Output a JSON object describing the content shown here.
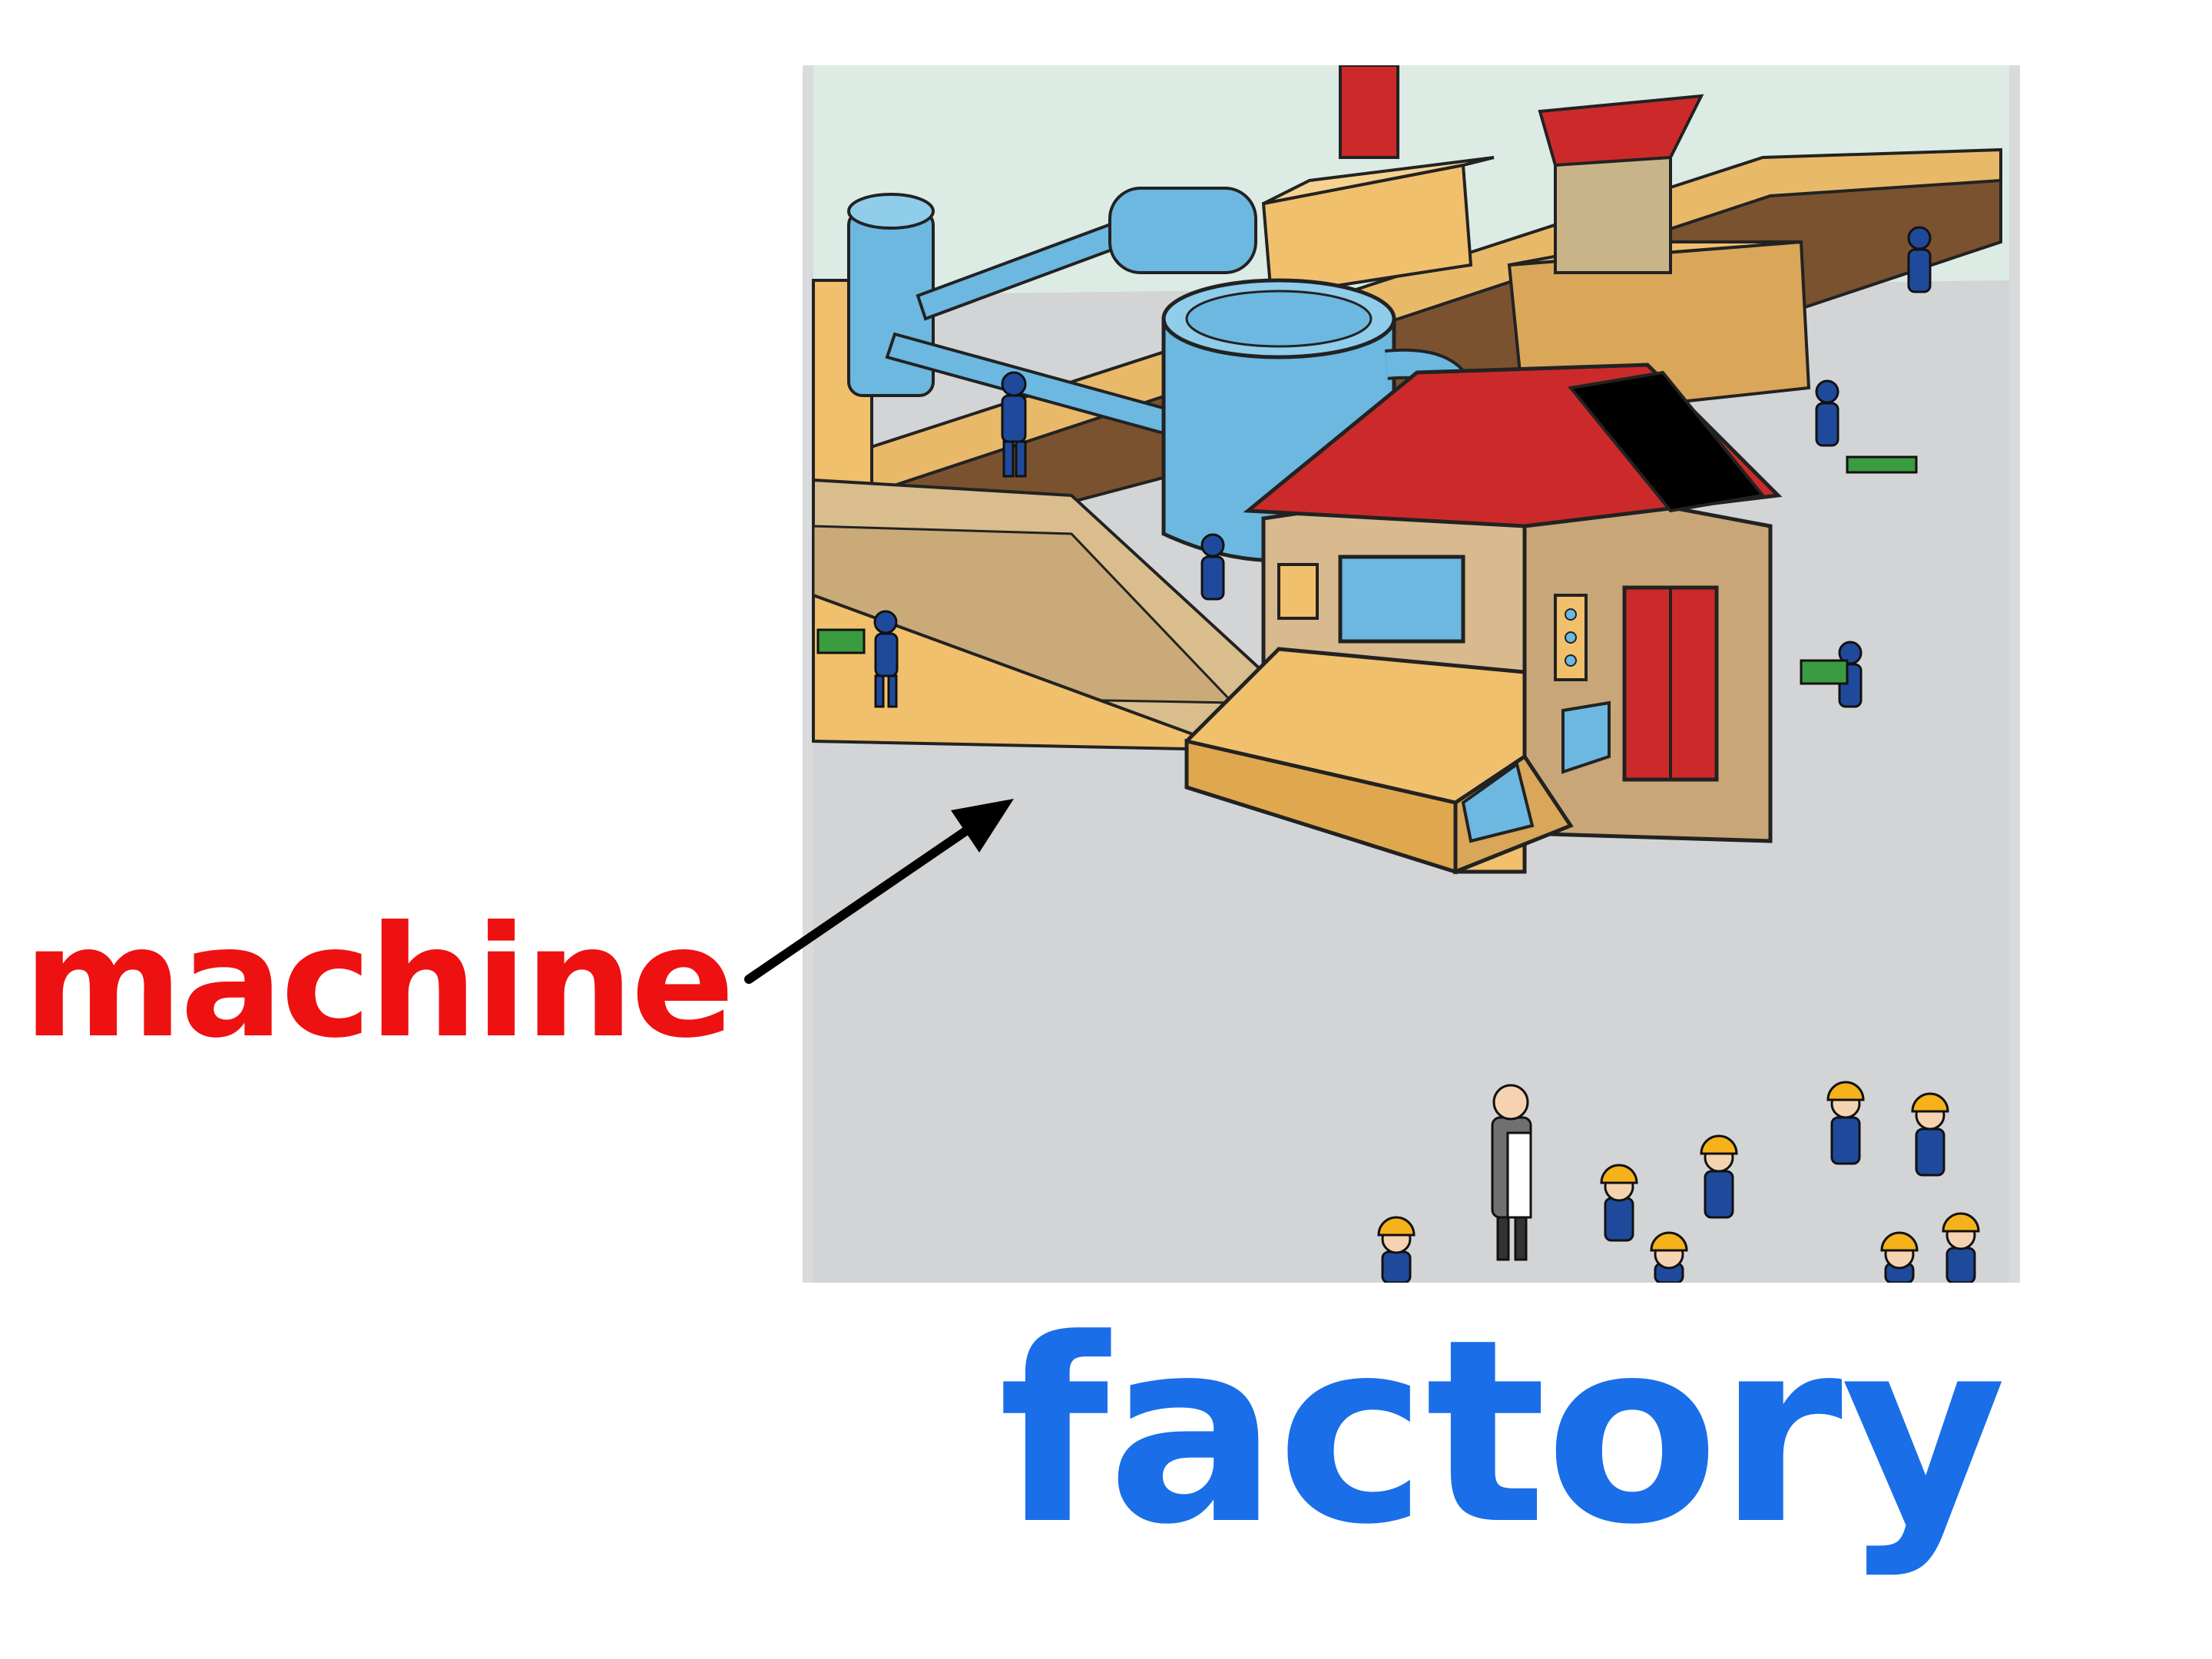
{
  "labels": {
    "machine": "machine",
    "factory": "factory"
  },
  "colors": {
    "machine_text": "#ee1111",
    "factory_text": "#1a6ee8",
    "arrow": "#000000",
    "sky": "#dcebe4",
    "floor": "#d2d4d6",
    "building_tan": "#f1c06c",
    "roof_red": "#cc2a2a",
    "tank_blue": "#6cb8e0",
    "worker_blue": "#1f4a9c",
    "helmet_yellow": "#f5b21a"
  },
  "icons": [
    "arrow-icon",
    "factory-illustration"
  ]
}
